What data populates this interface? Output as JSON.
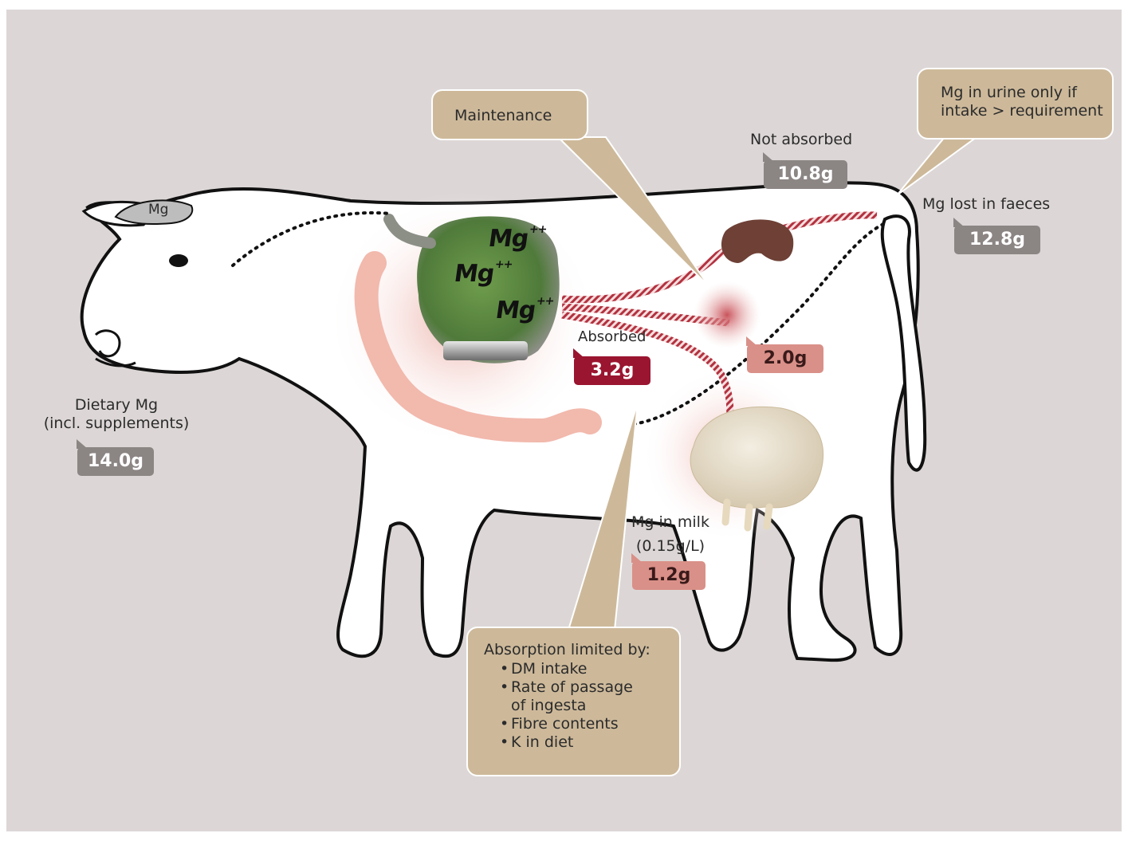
{
  "cow": {
    "head_tag": "Mg",
    "rumen_ions": [
      "Mg++",
      "Mg++",
      "Mg++"
    ]
  },
  "labels": {
    "dietary": "Dietary Mg\n(incl. supplements)",
    "not_absorbed": "Not absorbed",
    "faeces": "Mg lost in faeces",
    "absorbed": "Absorbed",
    "milk": "Mg in milk\n(0.15g/L)"
  },
  "values": {
    "dietary": "14.0g",
    "not_absorbed": "10.8g",
    "faeces": "12.8g",
    "absorbed": "3.2g",
    "maintenance": "2.0g",
    "milk": "1.2g"
  },
  "callouts": {
    "maintenance": "Maintenance",
    "urine": "Mg in urine only if\nintake > requirement",
    "absorption_title": "Absorption limited by:",
    "absorption_items": [
      "DM intake",
      "Rate of passage\nof ingesta",
      "Fibre contents",
      "K in diet"
    ]
  },
  "colors": {
    "background": "#dcd7d6",
    "callout": "#cdb99a",
    "grey_tag": "#8b8584",
    "absorbed_tag": "#9a1530",
    "pink_tag": "#d99088"
  }
}
